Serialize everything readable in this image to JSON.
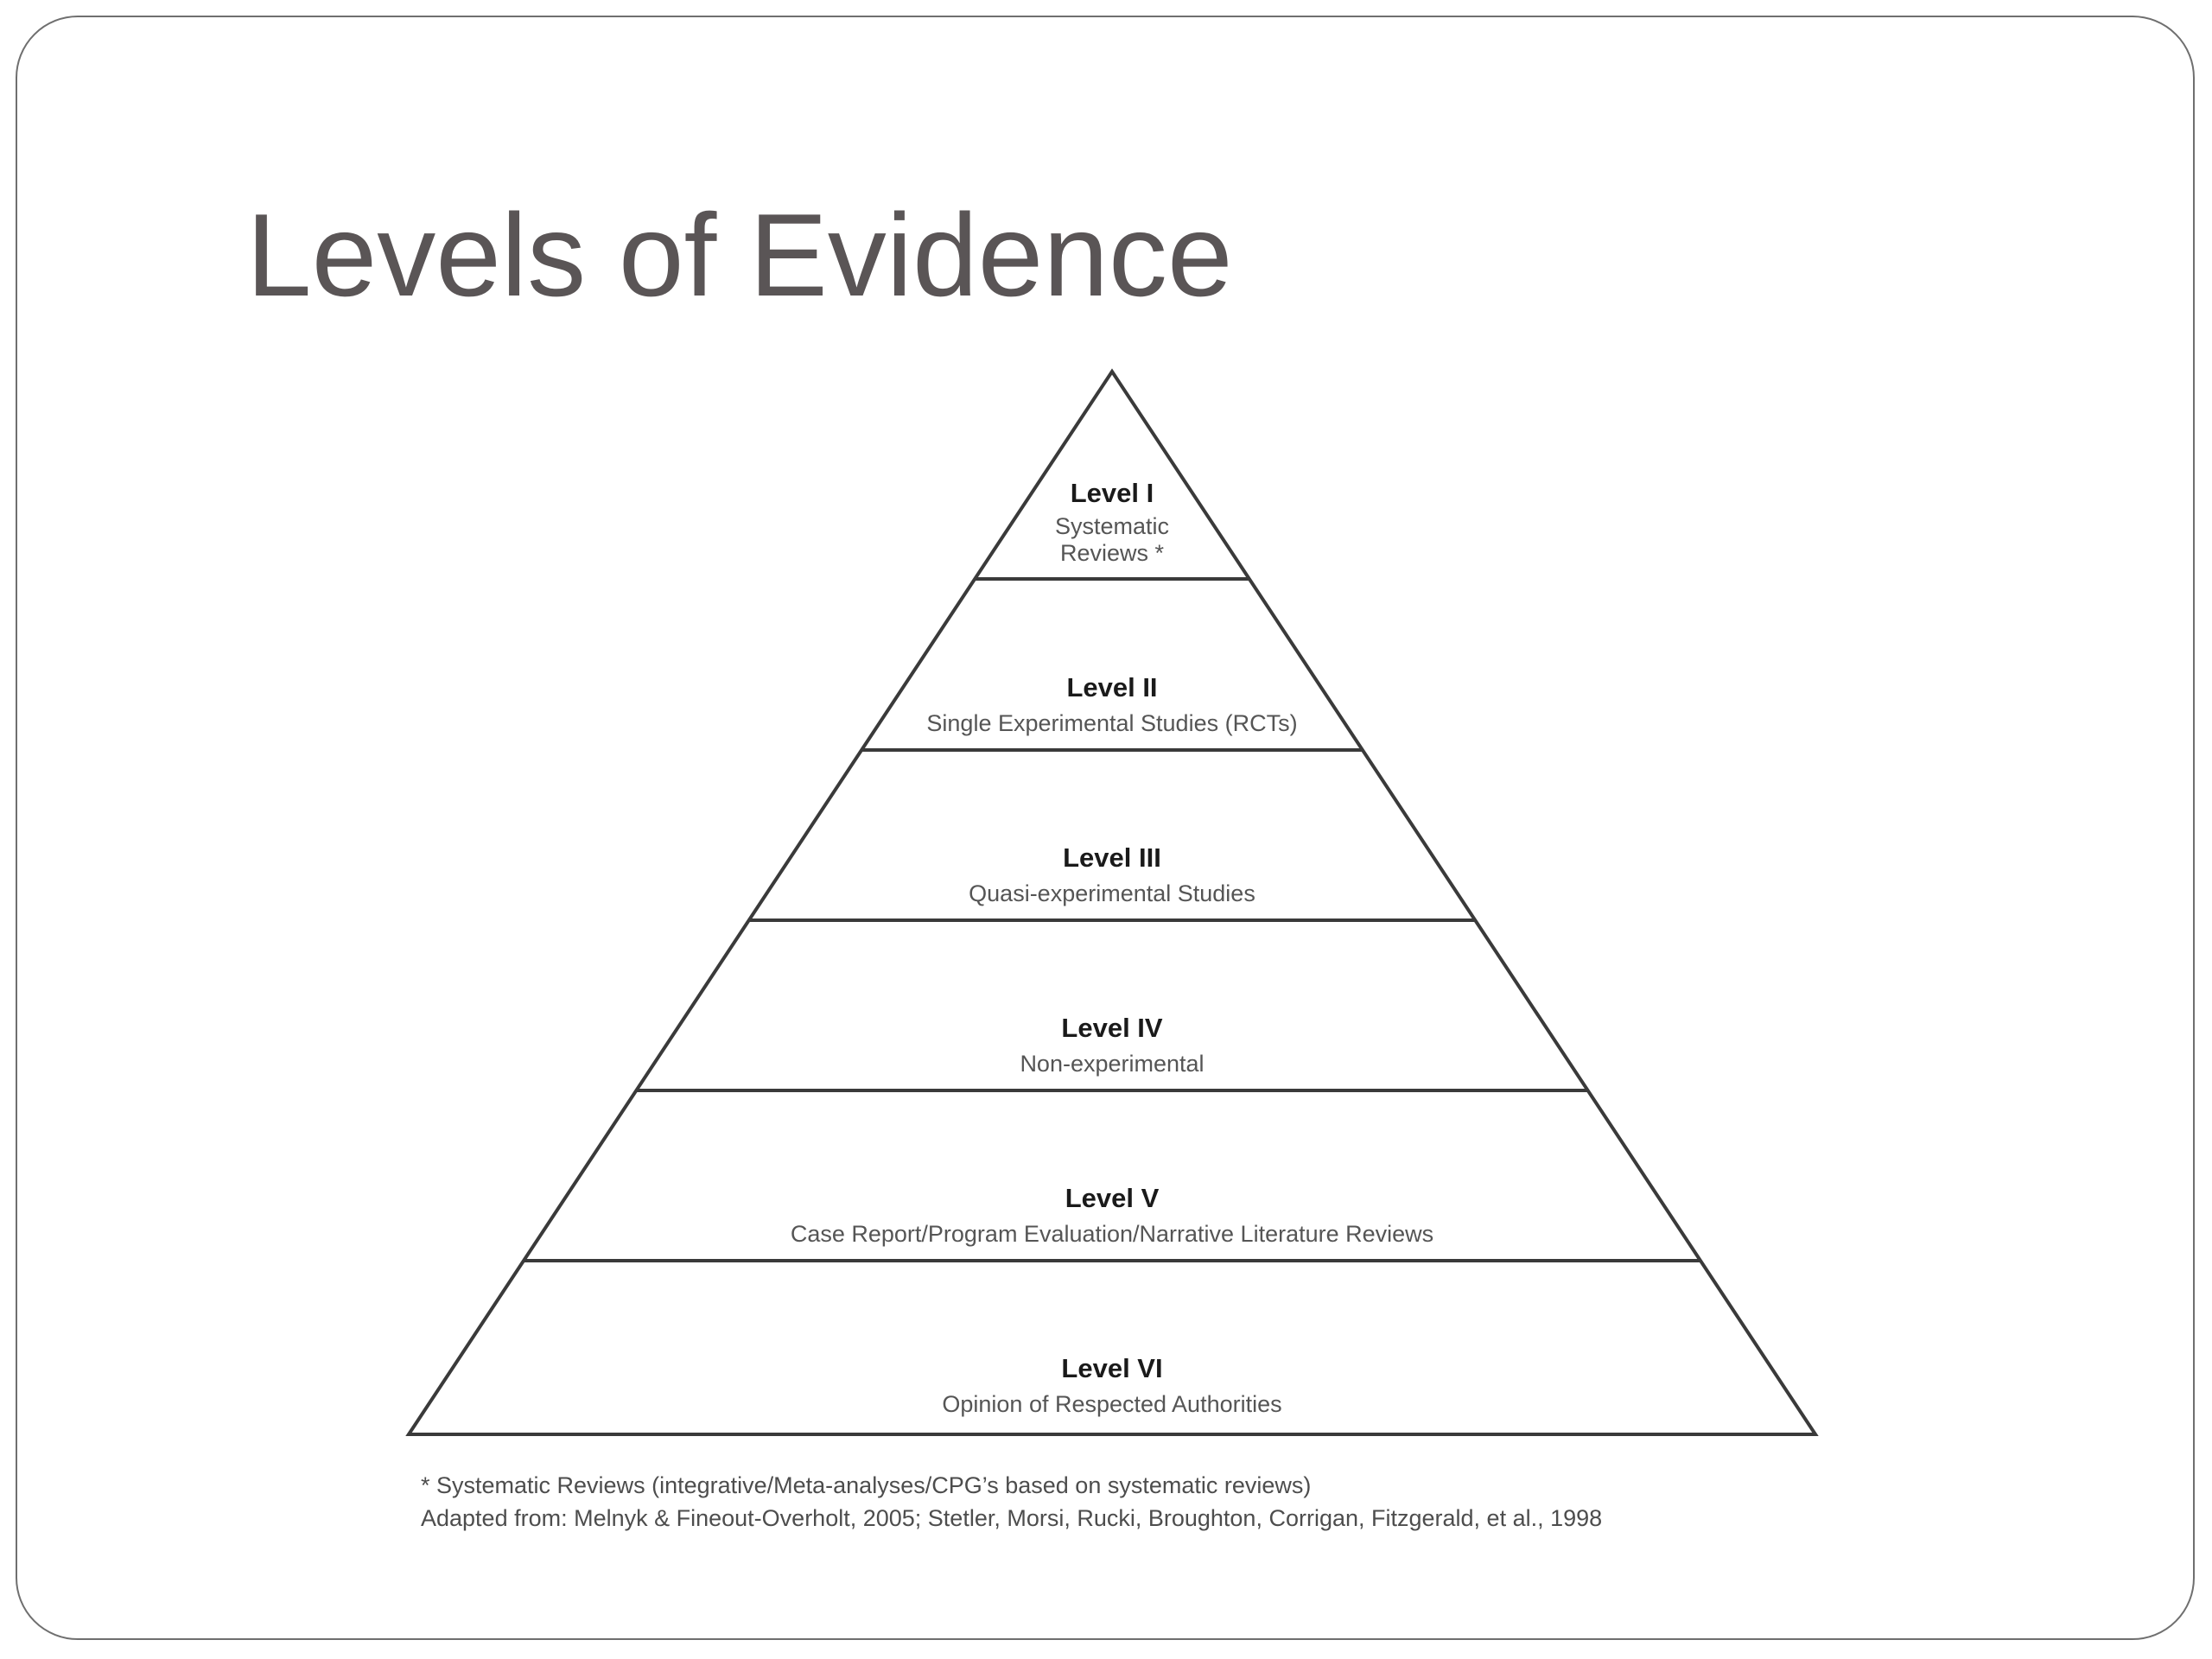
{
  "slide": {
    "title": "Levels of Evidence"
  },
  "pyramid": {
    "levels": [
      {
        "title": "Level I",
        "description_lines": [
          "Systematic",
          "Reviews *"
        ]
      },
      {
        "title": "Level II",
        "description_lines": [
          "Single Experimental Studies (RCTs)"
        ]
      },
      {
        "title": "Level III",
        "description_lines": [
          "Quasi-experimental Studies"
        ]
      },
      {
        "title": "Level IV",
        "description_lines": [
          "Non-experimental"
        ]
      },
      {
        "title": "Level V",
        "description_lines": [
          "Case Report/Program Evaluation/Narrative Literature Reviews"
        ]
      },
      {
        "title": "Level VI",
        "description_lines": [
          "Opinion of Respected Authorities"
        ]
      }
    ]
  },
  "footnotes": {
    "asterisk_note": "* Systematic Reviews (integrative/Meta-analyses/CPG’s based on systematic reviews)",
    "source": "Adapted from: Melnyk & Fineout-Overholt, 2005; Stetler, Morsi, Rucki, Broughton, Corrigan, Fitzgerald, et al., 1998"
  },
  "colors": {
    "title": "#5a5556",
    "lines": "#3a3a3a",
    "level_title": "#1a1a1a",
    "level_description": "#555555"
  }
}
